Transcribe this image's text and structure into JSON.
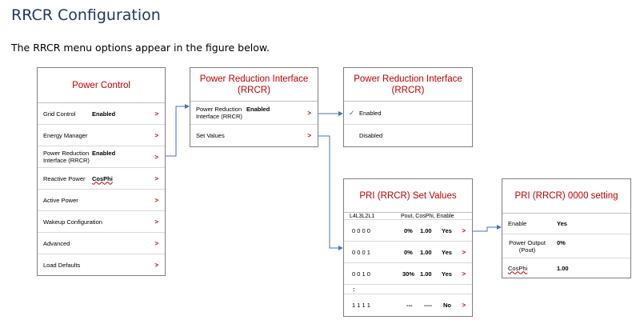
{
  "heading": "RRCR Configuration",
  "intro": "The RRCR menu options appear in the figure below.",
  "power_control": {
    "title": "Power Control",
    "rows": [
      {
        "label": "Grid Control",
        "value": "Enabled",
        "chev": ">"
      },
      {
        "label": "Energy Manager",
        "value": "",
        "chev": ">"
      },
      {
        "label": "Power Reduction Interface (RRCR)",
        "value": "Enabled",
        "chev": ">"
      },
      {
        "label": "Reactive Power",
        "value": "CosPhi",
        "chev": ">"
      },
      {
        "label": "Active Power",
        "value": "",
        "chev": ">"
      },
      {
        "label": "Wakeup Configuration",
        "value": "",
        "chev": ">"
      },
      {
        "label": "Advanced",
        "value": "",
        "chev": ">"
      },
      {
        "label": "Load Defaults",
        "value": "",
        "chev": ">"
      }
    ]
  },
  "pri_menu": {
    "title_line1": "Power Reduction Interface",
    "title_line2": "(RRCR)",
    "rows": [
      {
        "label": "Power Reduction Interface (RRCR)",
        "value": "Enabled",
        "chev": ">"
      },
      {
        "label": "Set Values",
        "value": "",
        "chev": ">"
      }
    ]
  },
  "pri_enable": {
    "title_line1": "Power Reduction Interface",
    "title_line2": "(RRCR)",
    "check": "✓",
    "options": [
      "Enabled",
      "Disabled"
    ]
  },
  "set_values": {
    "title": "PRI (RRCR) Set Values",
    "header_left": "L4L3L2L1",
    "header_right": "Pout,   CosPhi, Enable",
    "rows": [
      {
        "bits": "0 0 0 0",
        "pout": "0%",
        "cosphi": "1.00",
        "enable": "Yes",
        "chev": ">"
      },
      {
        "bits": "0 0 0 1",
        "pout": "0%",
        "cosphi": "1.00",
        "enable": "Yes",
        "chev": ">"
      },
      {
        "bits": "0 0 1 0",
        "pout": "30%",
        "cosphi": "1.00",
        "enable": "Yes",
        "chev": ">"
      },
      {
        "bits": ":",
        "pout": "",
        "cosphi": "",
        "enable": "",
        "chev": ""
      },
      {
        "bits": "1 1 1 1",
        "pout": "---",
        "cosphi": "----",
        "enable": "No",
        "chev": ">"
      }
    ]
  },
  "setting_0000": {
    "title": "PRI (RRCR) 0000 setting",
    "rows": [
      {
        "label": "Enable",
        "value": "Yes"
      },
      {
        "label": "Power Output (Pout)",
        "value": "0%"
      },
      {
        "label": "CosPhi",
        "value": "1.00"
      }
    ]
  },
  "colors": {
    "title_red": "#c00000",
    "heading_blue": "#1f3864",
    "connector_blue": "#4472c4"
  }
}
